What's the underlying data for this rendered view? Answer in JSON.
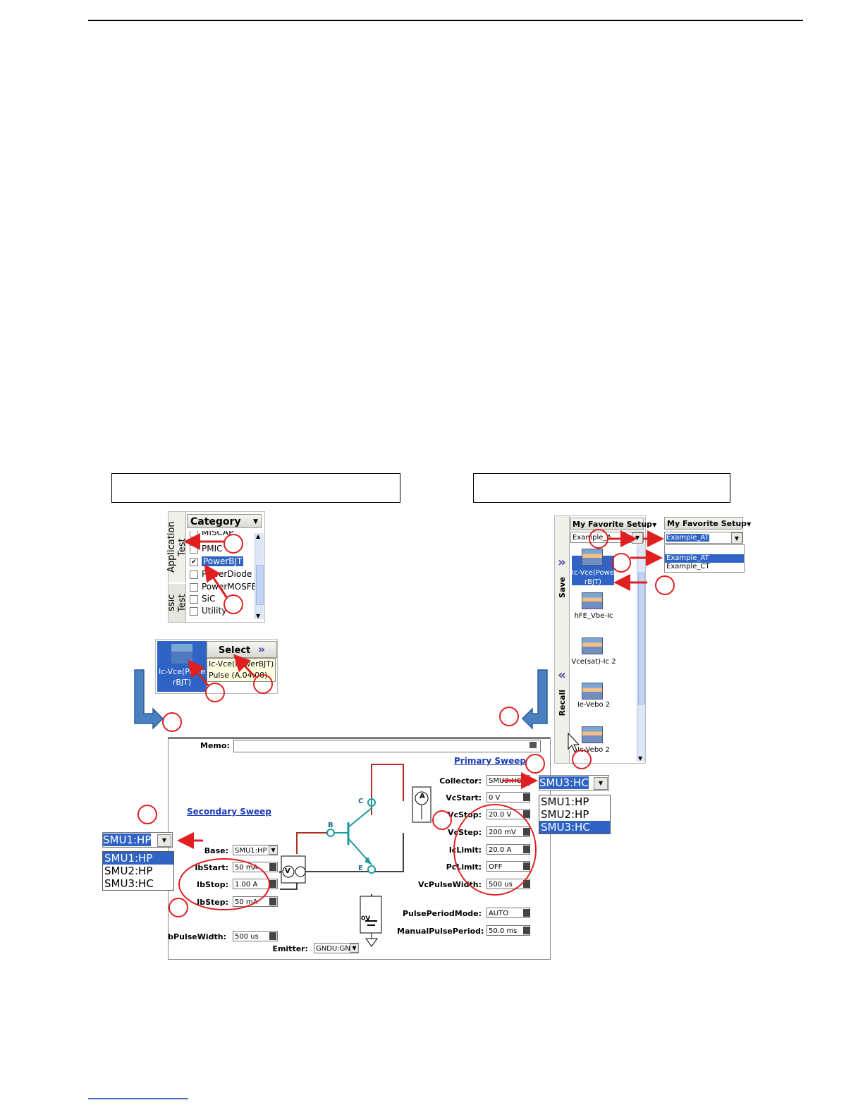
{
  "category_panel": {
    "header": "Category",
    "tab_application": "Application Test",
    "tab_classic": "ssic Test",
    "items": [
      {
        "label": "MISCAP",
        "checked": false
      },
      {
        "label": "PMIC",
        "checked": false
      },
      {
        "label": "PowerBJT",
        "checked": true,
        "selected": true
      },
      {
        "label": "PowerDiode",
        "checked": false
      },
      {
        "label": "PowerMOSFE",
        "checked": false
      },
      {
        "label": "SiC",
        "checked": false
      },
      {
        "label": "Utility",
        "checked": false
      }
    ]
  },
  "select_panel": {
    "thumb_label": "Ic-Vce(PowerBJT)",
    "button": "Select",
    "tooltip_line1": "Ic-Vce(PowerBJT)",
    "tooltip_line2": "Pulse (A.04.00)"
  },
  "favorite_panel": {
    "header": "My Favorite Setup",
    "combo_value": "Example_A",
    "save_tab": "Save",
    "recall_tab": "Recall",
    "items": [
      "Ic-Vce(PowerBJT)",
      "hFE_Vbe-Ic",
      "Vce(sat)-Ic 2",
      "Ie-Vebo 2",
      "Ic-Vebo 2"
    ],
    "popup_header": "My Favorite Setup",
    "popup_combo": "Example_AT",
    "popup_options": [
      "Example_AT",
      "Example_CT"
    ]
  },
  "setup": {
    "memo_label": "Memo:",
    "memo_value": "",
    "primary_link": "Primary Sweep",
    "secondary_link": "Secondary Sweep",
    "collector_label": "Collector:",
    "collector_value": "SMU3:HC",
    "vcstart_label": "VcStart:",
    "vcstart_value": "0 V",
    "vcstop_label": "VcStop:",
    "vcstop_value": "20.0 V",
    "vcstep_label": "VcStep:",
    "vcstep_value": "200 mV",
    "iclimit_label": "IcLimit:",
    "iclimit_value": "20.0 A",
    "pclimit_label": "PcLimit:",
    "pclimit_value": "OFF",
    "vcpw_label": "VcPulseWidth:",
    "vcpw_value": "500 us",
    "ppm_label": "PulsePeriodMode:",
    "ppm_value": "AUTO",
    "mpp_label": "ManualPulsePeriod:",
    "mpp_value": "50.0 ms",
    "base_label": "Base:",
    "base_value": "SMU1:HP",
    "ibstart_label": "IbStart:",
    "ibstart_value": "50 mA",
    "ibstop_label": "IbStop:",
    "ibstop_value": "1.00 A",
    "ibstep_label": "IbStep:",
    "ibstep_value": "50 mA",
    "ibpw_label": "IbPulseWidth:",
    "ibpw_value": "500 us",
    "emitter_label": "Emitter:",
    "emitter_value": "GNDU:GNE",
    "node_b": "B",
    "node_c": "C",
    "node_e": "E",
    "ground_label": "0V"
  },
  "collector_popup": {
    "value": "SMU3:HC",
    "options": [
      "SMU1:HP",
      "SMU2:HP",
      "SMU3:HC"
    ]
  },
  "base_popup": {
    "value": "SMU1:HP",
    "options": [
      "SMU1:HP",
      "SMU2:HP",
      "SMU3:HC"
    ]
  },
  "colors": {
    "annotation_red": "#e02020",
    "selection_blue": "#2f63c4",
    "link_blue": "#1a3bb5",
    "arrow_blue": "#4a7fc0"
  }
}
